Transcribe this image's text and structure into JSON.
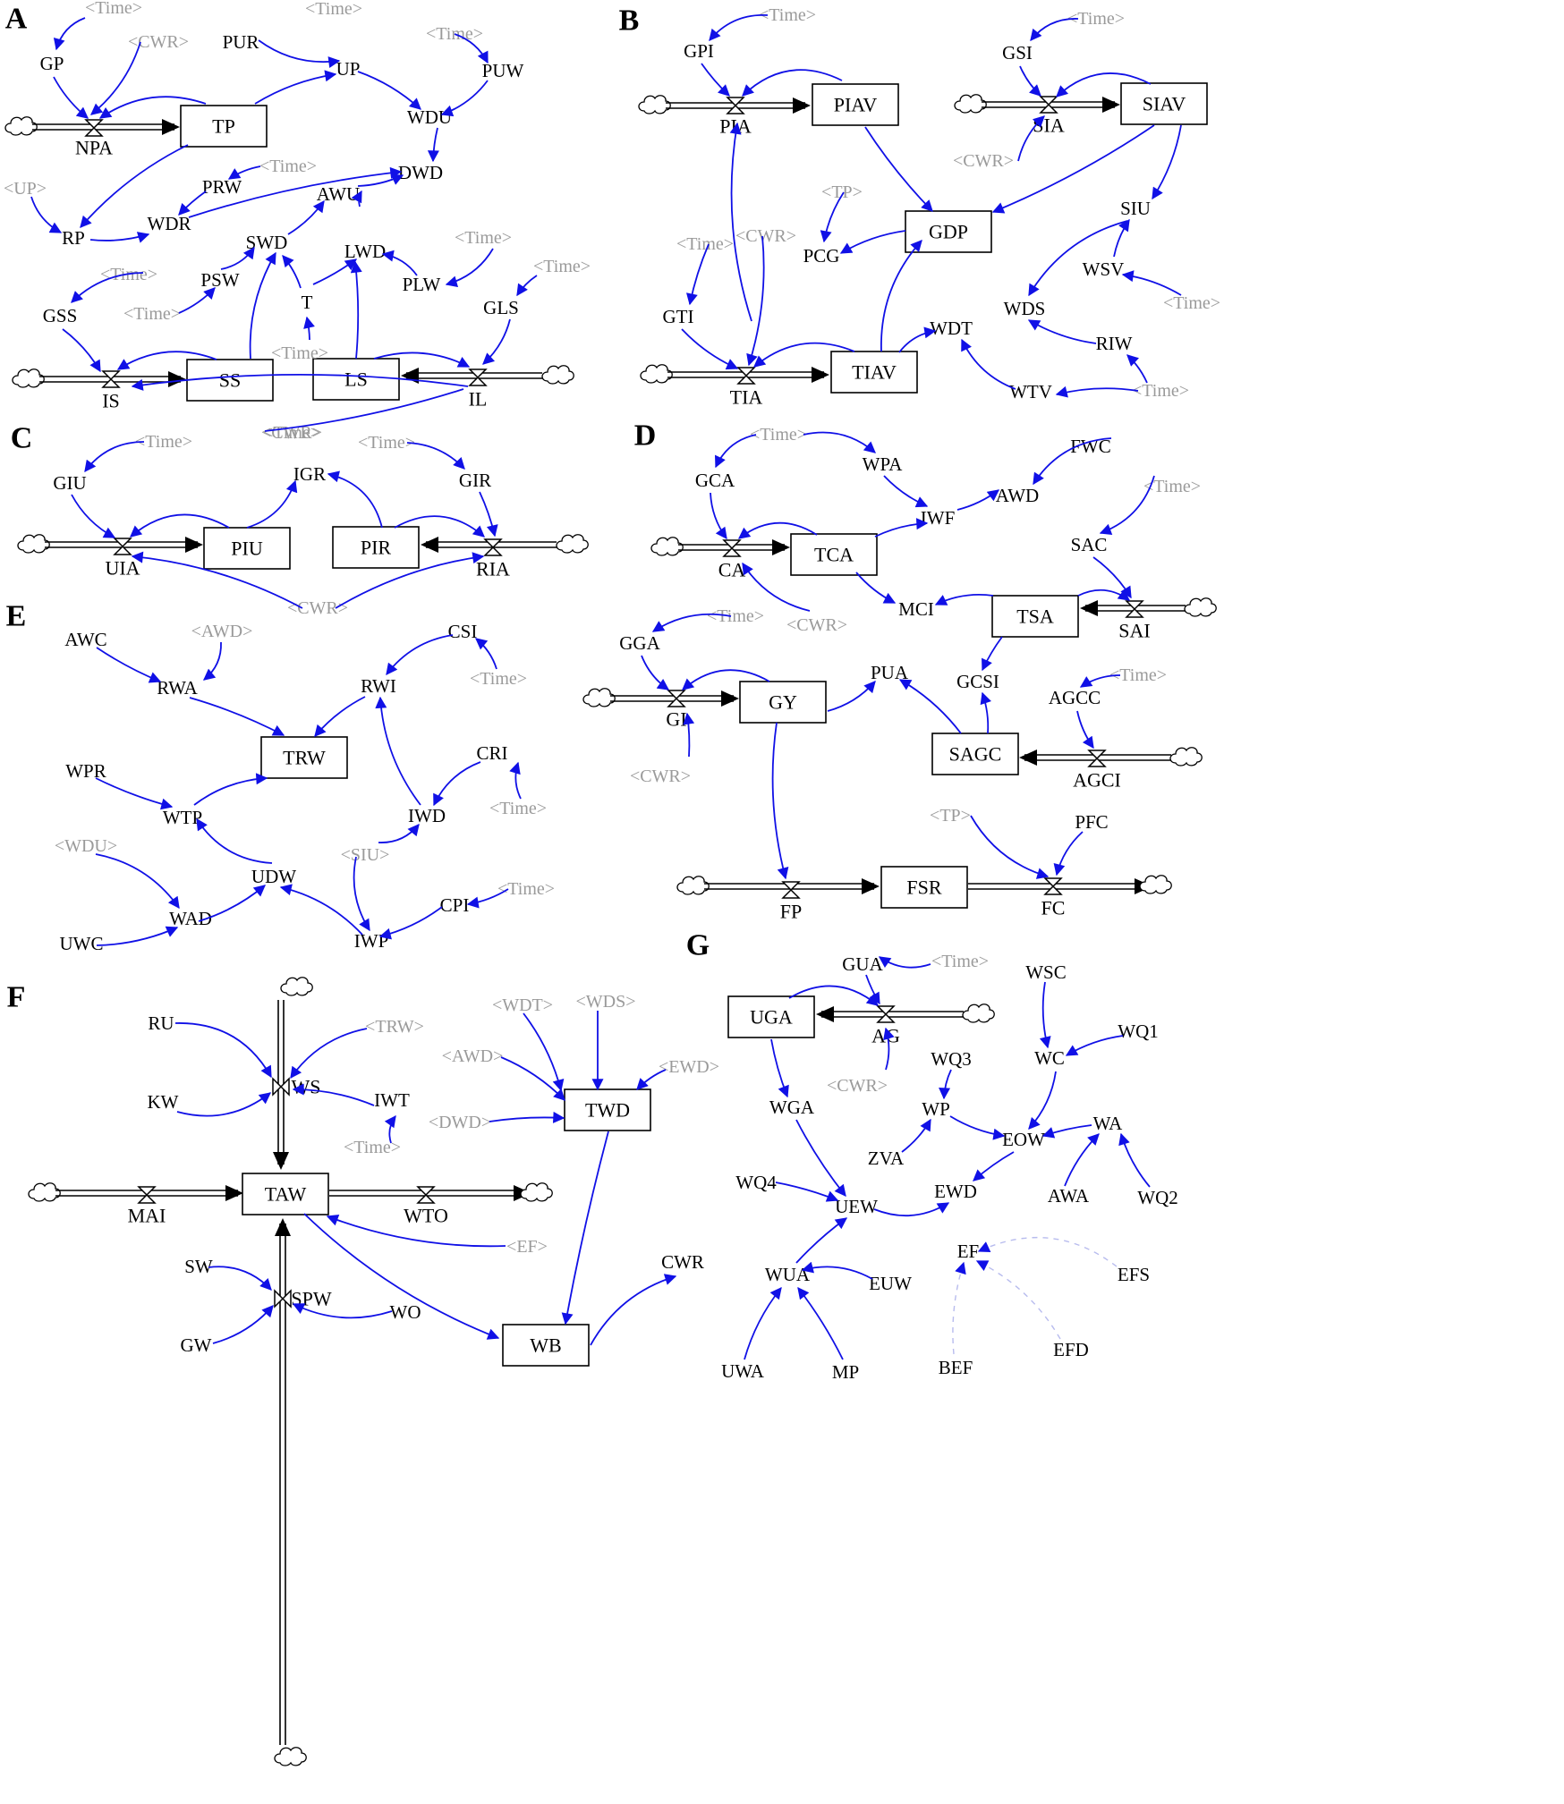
{
  "colors": {
    "link": "#1010e6",
    "shadow": "#9a9a9a",
    "flow": "#000000",
    "dashed": "#b8bcee"
  },
  "panels": [
    {
      "id": "A",
      "stocks": [
        {
          "id": "TP",
          "label": "TP"
        }
      ],
      "rates": [
        {
          "id": "NPA",
          "label": "NPA"
        }
      ],
      "aux": [
        {
          "id": "GP",
          "label": "GP"
        },
        {
          "id": "PUR",
          "label": "PUR"
        },
        {
          "id": "UP",
          "label": "UP"
        },
        {
          "id": "PUW",
          "label": "PUW"
        },
        {
          "id": "WDU",
          "label": "WDU"
        },
        {
          "id": "DWD",
          "label": "DWD"
        },
        {
          "id": "PRW",
          "label": "PRW"
        },
        {
          "id": "WDR",
          "label": "WDR"
        },
        {
          "id": "RP",
          "label": "RP"
        },
        {
          "id": "AWU",
          "label": "AWU"
        },
        {
          "id": "SWD",
          "label": "SWD"
        },
        {
          "id": "LWD",
          "label": "LWD"
        },
        {
          "id": "PSW",
          "label": "PSW"
        },
        {
          "id": "GSS",
          "label": "GSS"
        },
        {
          "id": "T",
          "label": "T"
        },
        {
          "id": "PLW",
          "label": "PLW"
        },
        {
          "id": "GLS",
          "label": "GLS"
        }
      ],
      "extra_stocks": [
        {
          "id": "SS",
          "label": "SS"
        },
        {
          "id": "LS",
          "label": "LS"
        }
      ],
      "extra_rates": [
        {
          "id": "IS",
          "label": "IS"
        },
        {
          "id": "IL",
          "label": "IL"
        }
      ],
      "shadows": [
        "<Time>",
        "<Time>",
        "<Time>",
        "<CWR>",
        "<Time>",
        "<UP>",
        "<Time>",
        "<Time>",
        "<Time>",
        "<Time>",
        "<Time>",
        "<Time>",
        "<CWR>"
      ]
    },
    {
      "id": "B",
      "stocks": [
        {
          "id": "PIAV",
          "label": "PIAV"
        },
        {
          "id": "SIAV",
          "label": "SIAV"
        },
        {
          "id": "GDP",
          "label": "GDP"
        },
        {
          "id": "TIAV",
          "label": "TIAV"
        }
      ],
      "rates": [
        {
          "id": "PIA",
          "label": "PIA"
        },
        {
          "id": "SIA",
          "label": "SIA"
        },
        {
          "id": "TIA",
          "label": "TIA"
        }
      ],
      "aux": [
        {
          "id": "GPI",
          "label": "GPI"
        },
        {
          "id": "GSI",
          "label": "GSI"
        },
        {
          "id": "PCG",
          "label": "PCG"
        },
        {
          "id": "SIU",
          "label": "SIU"
        },
        {
          "id": "WSV",
          "label": "WSV"
        },
        {
          "id": "WDS",
          "label": "WDS"
        },
        {
          "id": "GTI",
          "label": "GTI"
        },
        {
          "id": "WDT",
          "label": "WDT"
        },
        {
          "id": "RIW",
          "label": "RIW"
        },
        {
          "id": "WTV",
          "label": "WTV"
        }
      ],
      "shadows": [
        "<Time>",
        "<Time>",
        "<CWR>",
        "<TP>",
        "<CWR>",
        "<Time>",
        "<Time>",
        "<Time>"
      ]
    },
    {
      "id": "C",
      "stocks": [
        {
          "id": "PIU",
          "label": "PIU"
        },
        {
          "id": "PIR",
          "label": "PIR"
        }
      ],
      "rates": [
        {
          "id": "UIA",
          "label": "UIA"
        },
        {
          "id": "RIA",
          "label": "RIA"
        }
      ],
      "aux": [
        {
          "id": "GIU",
          "label": "GIU"
        },
        {
          "id": "IGR",
          "label": "IGR"
        },
        {
          "id": "GIR",
          "label": "GIR"
        }
      ],
      "shadows": [
        "<Time>",
        "<Time>",
        "<CWR>"
      ]
    },
    {
      "id": "D",
      "stocks": [
        {
          "id": "TCA",
          "label": "TCA"
        },
        {
          "id": "TSA",
          "label": "TSA"
        },
        {
          "id": "GY",
          "label": "GY"
        },
        {
          "id": "SAGC",
          "label": "SAGC"
        },
        {
          "id": "FSR",
          "label": "FSR"
        }
      ],
      "rates": [
        {
          "id": "CA",
          "label": "CA"
        },
        {
          "id": "SAI",
          "label": "SAI"
        },
        {
          "id": "GI",
          "label": "GI"
        },
        {
          "id": "AGCI",
          "label": "AGCI"
        },
        {
          "id": "FP",
          "label": "FP"
        },
        {
          "id": "FC",
          "label": "FC"
        }
      ],
      "aux": [
        {
          "id": "GCA",
          "label": "GCA"
        },
        {
          "id": "WPA",
          "label": "WPA"
        },
        {
          "id": "FWC",
          "label": "FWC"
        },
        {
          "id": "AWD",
          "label": "AWD"
        },
        {
          "id": "IWF",
          "label": "IWF"
        },
        {
          "id": "SAC",
          "label": "SAC"
        },
        {
          "id": "MCI",
          "label": "MCI"
        },
        {
          "id": "GGA",
          "label": "GGA"
        },
        {
          "id": "PUA",
          "label": "PUA"
        },
        {
          "id": "GCSI",
          "label": "GCSI"
        },
        {
          "id": "AGCC",
          "label": "AGCC"
        },
        {
          "id": "PFC",
          "label": "PFC"
        }
      ],
      "shadows": [
        "<Time>",
        "<Time>",
        "<CWR>",
        "<Time>",
        "<CWR>",
        "<Time>",
        "<TP>"
      ]
    },
    {
      "id": "E",
      "stocks": [
        {
          "id": "TRW",
          "label": "TRW"
        }
      ],
      "aux": [
        {
          "id": "AWC",
          "label": "AWC"
        },
        {
          "id": "RWA",
          "label": "RWA"
        },
        {
          "id": "CSI",
          "label": "CSI"
        },
        {
          "id": "RWI",
          "label": "RWI"
        },
        {
          "id": "WPR",
          "label": "WPR"
        },
        {
          "id": "WTP",
          "label": "WTP"
        },
        {
          "id": "CRI",
          "label": "CRI"
        },
        {
          "id": "IWD",
          "label": "IWD"
        },
        {
          "id": "UDW",
          "label": "UDW"
        },
        {
          "id": "WAD",
          "label": "WAD"
        },
        {
          "id": "CPI",
          "label": "CPI"
        },
        {
          "id": "UWC",
          "label": "UWC"
        },
        {
          "id": "IWP",
          "label": "IWP"
        }
      ],
      "shadows": [
        "<AWD>",
        "<Time>",
        "<Time>",
        "<WDU>",
        "<SIU>",
        "<Time>"
      ]
    },
    {
      "id": "F",
      "stocks": [
        {
          "id": "TAW",
          "label": "TAW"
        },
        {
          "id": "TWD",
          "label": "TWD"
        },
        {
          "id": "WB",
          "label": "WB"
        }
      ],
      "rates": [
        {
          "id": "WS",
          "label": "WS"
        },
        {
          "id": "MAI",
          "label": "MAI"
        },
        {
          "id": "WTO",
          "label": "WTO"
        },
        {
          "id": "SPW",
          "label": "SPW"
        }
      ],
      "aux": [
        {
          "id": "RU",
          "label": "RU"
        },
        {
          "id": "KW",
          "label": "KW"
        },
        {
          "id": "IWT",
          "label": "IWT"
        },
        {
          "id": "SW",
          "label": "SW"
        },
        {
          "id": "GW",
          "label": "GW"
        },
        {
          "id": "WO",
          "label": "WO"
        },
        {
          "id": "CWR",
          "label": "CWR"
        }
      ],
      "shadows": [
        "<TRW>",
        "<Time>",
        "<WDT>",
        "<WDS>",
        "<AWD>",
        "<EWD>",
        "<DWD>",
        "<EF>"
      ]
    },
    {
      "id": "G",
      "stocks": [
        {
          "id": "UGA",
          "label": "UGA"
        }
      ],
      "rates": [
        {
          "id": "AG",
          "label": "AG"
        }
      ],
      "aux": [
        {
          "id": "GUA",
          "label": "GUA"
        },
        {
          "id": "WSC",
          "label": "WSC"
        },
        {
          "id": "WQ1",
          "label": "WQ1"
        },
        {
          "id": "WC",
          "label": "WC"
        },
        {
          "id": "WQ3",
          "label": "WQ3"
        },
        {
          "id": "WGA",
          "label": "WGA"
        },
        {
          "id": "WP",
          "label": "WP"
        },
        {
          "id": "EOW",
          "label": "EOW"
        },
        {
          "id": "WA",
          "label": "WA"
        },
        {
          "id": "ZVA",
          "label": "ZVA"
        },
        {
          "id": "WQ4",
          "label": "WQ4"
        },
        {
          "id": "EWD",
          "label": "EWD"
        },
        {
          "id": "UEW",
          "label": "UEW"
        },
        {
          "id": "AWA",
          "label": "AWA"
        },
        {
          "id": "WQ2",
          "label": "WQ2"
        },
        {
          "id": "EF",
          "label": "EF"
        },
        {
          "id": "WUA",
          "label": "WUA"
        },
        {
          "id": "EUW",
          "label": "EUW"
        },
        {
          "id": "EFS",
          "label": "EFS"
        },
        {
          "id": "BEF",
          "label": "BEF"
        },
        {
          "id": "EFD",
          "label": "EFD"
        },
        {
          "id": "UWA",
          "label": "UWA"
        },
        {
          "id": "MP",
          "label": "MP"
        }
      ],
      "shadows": [
        "<Time>",
        "<CWR>"
      ]
    }
  ]
}
